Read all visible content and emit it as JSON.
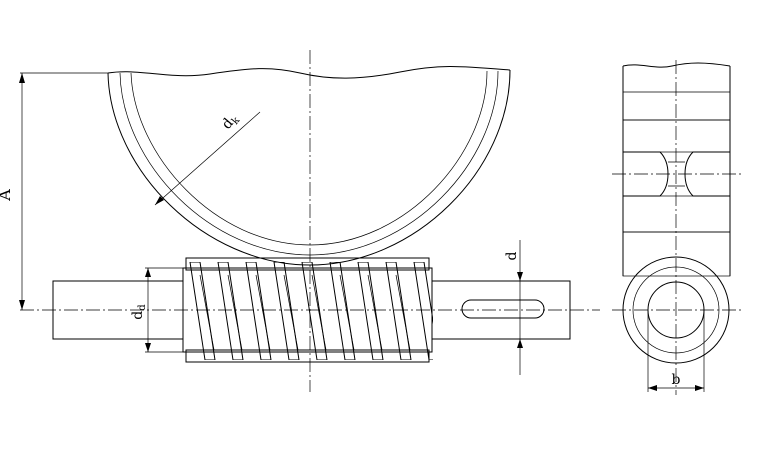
{
  "labels": {
    "center_distance": "A",
    "wheel_diameter": "d",
    "wheel_diameter_sub": "k",
    "worm_diameter": "d",
    "worm_diameter_sub": "d",
    "shaft_diameter": "d",
    "bore_width": "b"
  },
  "colors": {
    "line": "#000000",
    "background": "#ffffff"
  }
}
